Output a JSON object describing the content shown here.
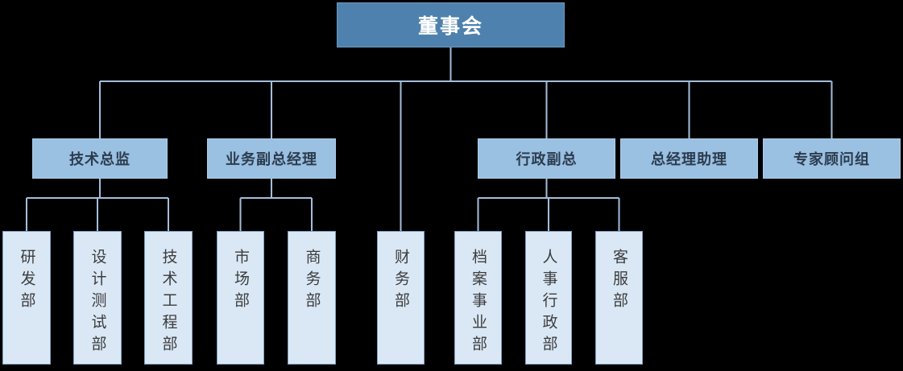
{
  "org": {
    "root": {
      "id": "board",
      "label": "董事会"
    },
    "managers": [
      {
        "id": "tech",
        "label": "技术总监",
        "children": [
          "rd",
          "design",
          "eng"
        ]
      },
      {
        "id": "biz",
        "label": "业务副总经理",
        "children": [
          "market",
          "commerce"
        ]
      },
      {
        "id": "admin",
        "label": "行政副总",
        "children": [
          "archive",
          "hr",
          "service"
        ]
      },
      {
        "id": "assist",
        "label": "总经理助理",
        "children": []
      },
      {
        "id": "expert",
        "label": "专家顾问组",
        "children": []
      }
    ],
    "departments": [
      {
        "id": "rd",
        "label": "研发部"
      },
      {
        "id": "design",
        "label": "设计测试部"
      },
      {
        "id": "eng",
        "label": "技术工程部"
      },
      {
        "id": "market",
        "label": "市场部"
      },
      {
        "id": "commerce",
        "label": "商务部"
      },
      {
        "id": "finance",
        "label": "财务部",
        "parent": "board"
      },
      {
        "id": "archive",
        "label": "档案事业部"
      },
      {
        "id": "hr",
        "label": "人事行政部"
      },
      {
        "id": "service",
        "label": "客服部"
      }
    ]
  },
  "colors": {
    "background": "#000000",
    "root_fill": "#4e81ad",
    "root_text": "#ffffff",
    "root_border": "#6d99c0",
    "manager_fill": "#9ac0e2",
    "manager_text": "#2b3c4e",
    "manager_border": "#aecbe8",
    "department_fill": "#dae8f6",
    "department_text": "#3c3c3c",
    "department_border": "#7fa0c0",
    "connector": "#a3bfdc"
  }
}
